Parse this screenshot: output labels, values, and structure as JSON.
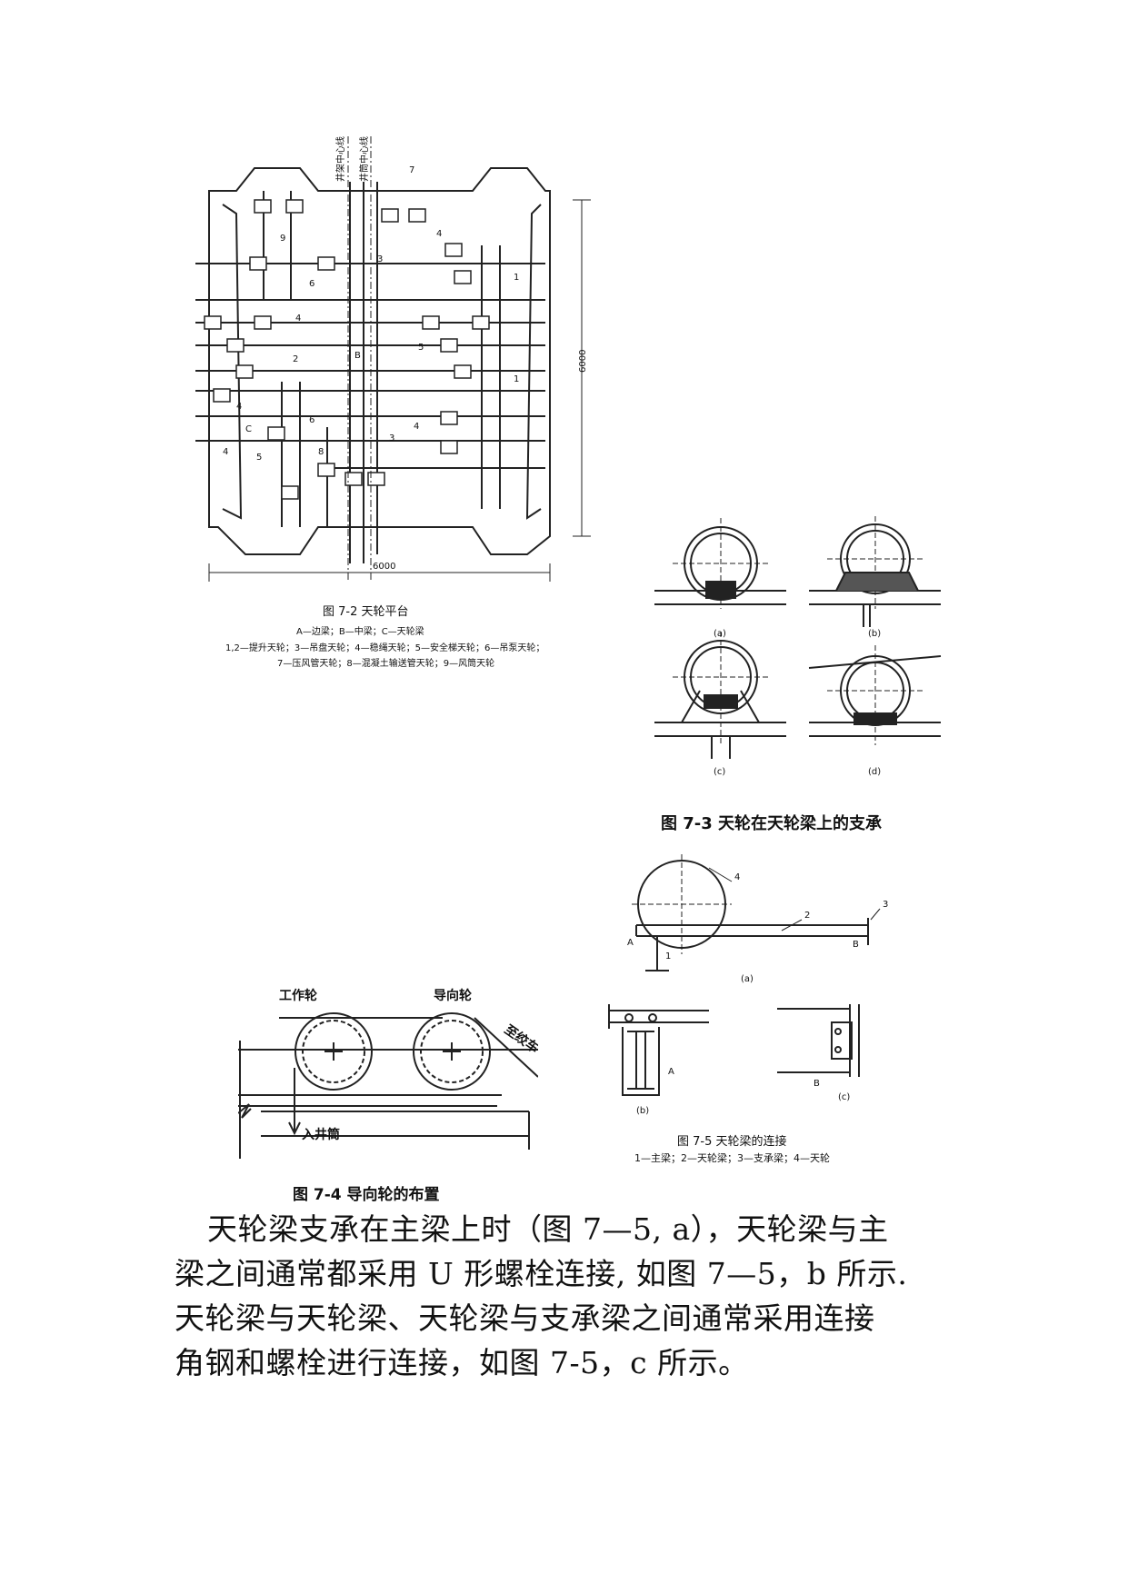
{
  "fig72": {
    "caption": "图 7-2  天轮平台",
    "legend1": "A—边梁；B—中梁；C—天轮梁",
    "legend2": "1,2—提升天轮；3—吊盘天轮；4—稳绳天轮；5—安全梯天轮；6—吊泵天轮；",
    "legend3": "7—压风管天轮；8—混凝土输送管天轮；9—风筒天轮",
    "dim_h": "6000",
    "dim_v": "6000",
    "center1": "井架中心线",
    "center2": "井筒中心线",
    "labels": [
      "7",
      "9",
      "3",
      "4",
      "1",
      "6",
      "4",
      "5",
      "2",
      "B",
      "4",
      "1",
      "4",
      "C",
      "6",
      "8",
      "3",
      "4",
      "5"
    ]
  },
  "fig73": {
    "caption": "图 7-3   天轮在天轮梁上的支承",
    "sub": [
      "(a)",
      "(b)",
      "(c)",
      "(d)"
    ]
  },
  "fig74": {
    "caption": "图 7-4   导向轮的布置",
    "left_wheel": "工作轮",
    "right_wheel": "导向轮",
    "to_winch": "至绞车",
    "into_shaft": "入井筒"
  },
  "fig75": {
    "caption": "图 7-5   天轮梁的连接",
    "legend": "1—主梁；2—天轮梁；3—支承梁；4—天轮",
    "sub_a": "(a)",
    "sub_b": "(b)",
    "sub_c": "(c)",
    "nums": [
      "4",
      "2",
      "3",
      "1"
    ],
    "A": "A",
    "B": "B"
  },
  "paragraph": {
    "line1": "天轮梁支承在主梁上时（图 7—5, a），天轮梁与主",
    "line2": "梁之间通常都采用 U 形螺栓连接, 如图 7—5，b 所示.",
    "line3": "天轮梁与天轮梁、天轮梁与支承梁之间通常采用连接",
    "line4": "角钢和螺栓进行连接，如图 7-5，c 所示。"
  }
}
